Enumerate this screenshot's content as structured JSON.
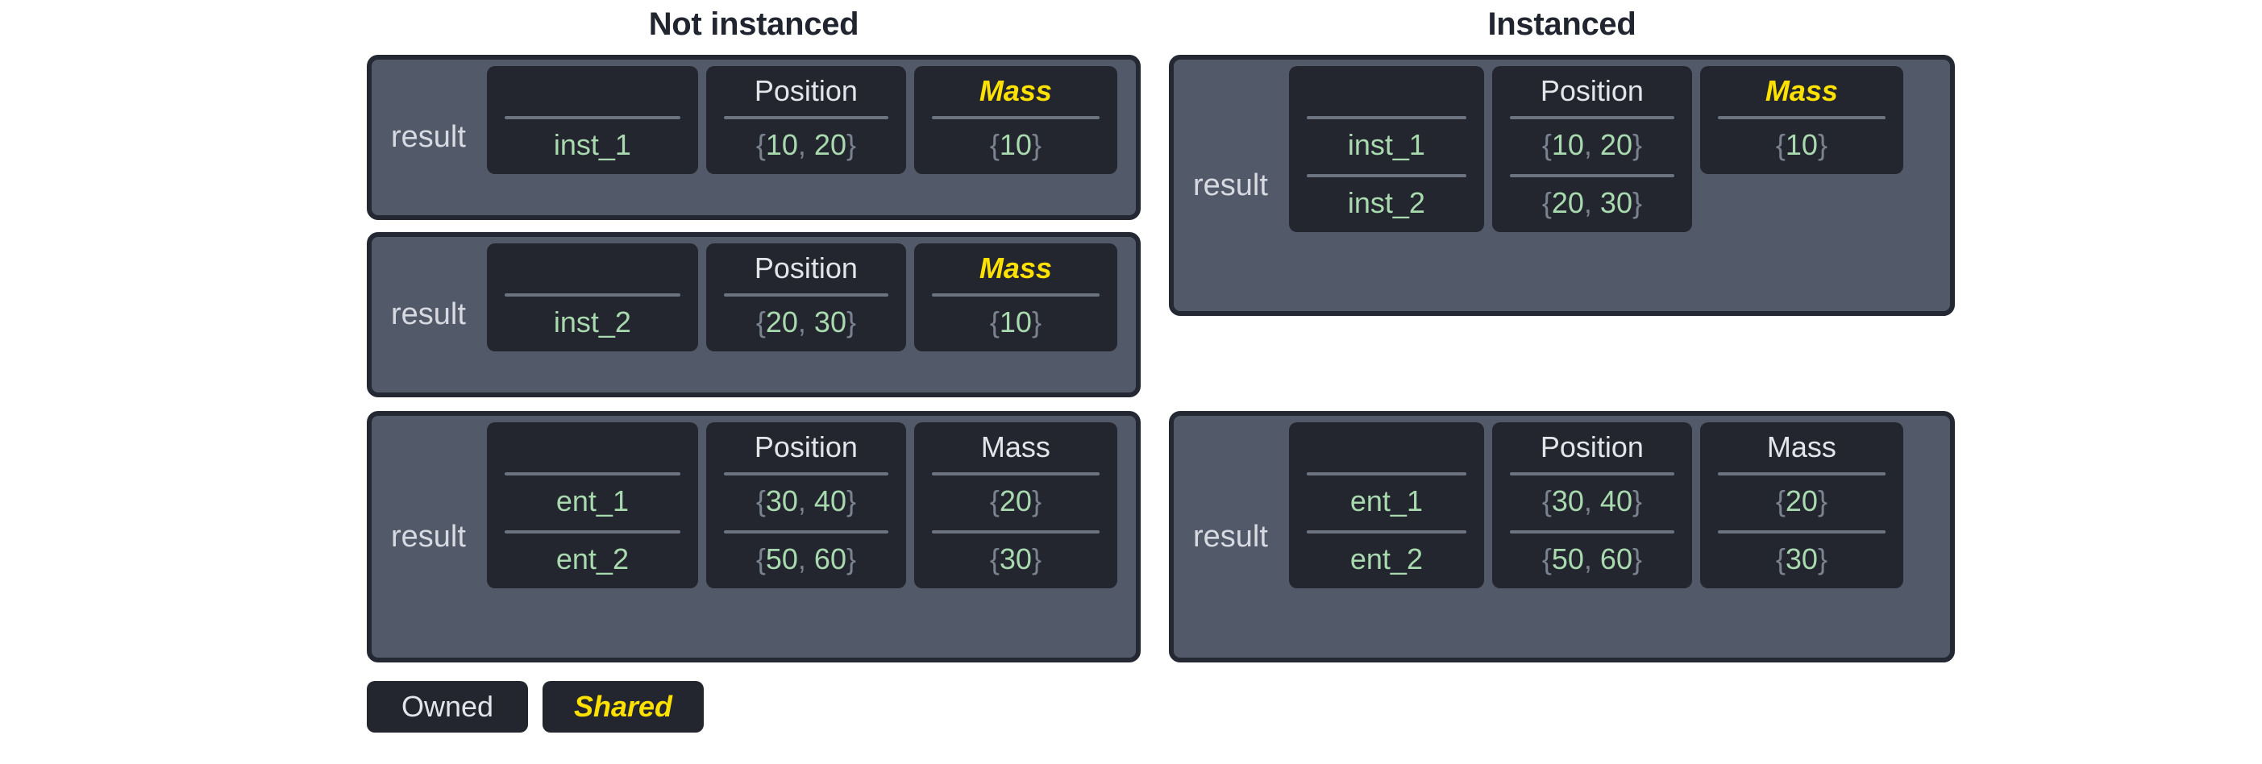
{
  "colors": {
    "background": "#ffffff",
    "title": "#212530",
    "frame_fill": "#525969",
    "frame_border": "#242832",
    "cell_fill": "#23262e",
    "owned_text": "#e2e5ea",
    "shared_text": "#ffe100",
    "value_green": "#a9d9af",
    "brace_gray": "#7b828f",
    "separator": "#6d7481"
  },
  "columns": [
    {
      "id": "not-instanced",
      "title": "Not instanced"
    },
    {
      "id": "instanced",
      "title": "Instanced"
    }
  ],
  "tables": [
    {
      "id": "not-instanced-inst-1",
      "side": "left",
      "label": "result",
      "headers": [
        {
          "text": "",
          "style": "empty"
        },
        {
          "text": "Position",
          "style": "owned"
        },
        {
          "text": "Mass",
          "style": "shared"
        }
      ],
      "rows": [
        {
          "name": "inst_1",
          "position": "{10, 20}",
          "mass": "{10}"
        }
      ]
    },
    {
      "id": "not-instanced-inst-2",
      "side": "left",
      "label": "result",
      "headers": [
        {
          "text": "",
          "style": "empty"
        },
        {
          "text": "Position",
          "style": "owned"
        },
        {
          "text": "Mass",
          "style": "shared"
        }
      ],
      "rows": [
        {
          "name": "inst_2",
          "position": "{20, 30}",
          "mass": "{10}"
        }
      ]
    },
    {
      "id": "not-instanced-entities",
      "side": "left",
      "label": "result",
      "headers": [
        {
          "text": "",
          "style": "empty"
        },
        {
          "text": "Position",
          "style": "owned"
        },
        {
          "text": "Mass",
          "style": "owned"
        }
      ],
      "rows": [
        {
          "name": "ent_1",
          "position": "{30, 40}",
          "mass": "{20}"
        },
        {
          "name": "ent_2",
          "position": "{50, 60}",
          "mass": "{30}"
        }
      ]
    },
    {
      "id": "instanced-instances",
      "side": "right",
      "label": "result",
      "headers": [
        {
          "text": "",
          "style": "empty"
        },
        {
          "text": "Position",
          "style": "owned"
        },
        {
          "text": "Mass",
          "style": "shared"
        }
      ],
      "rows": [
        {
          "name": "inst_1",
          "position": "{10, 20}",
          "mass": "{10}"
        },
        {
          "name": "inst_2",
          "position": "{20, 30}",
          "mass": ""
        }
      ]
    },
    {
      "id": "instanced-entities",
      "side": "right",
      "label": "result",
      "headers": [
        {
          "text": "",
          "style": "empty"
        },
        {
          "text": "Position",
          "style": "owned"
        },
        {
          "text": "Mass",
          "style": "owned"
        }
      ],
      "rows": [
        {
          "name": "ent_1",
          "position": "{30, 40}",
          "mass": "{20}"
        },
        {
          "name": "ent_2",
          "position": "{50, 60}",
          "mass": "{30}"
        }
      ]
    }
  ],
  "legend": {
    "items": [
      {
        "label": "Owned",
        "style": "owned"
      },
      {
        "label": "Shared",
        "style": "shared"
      }
    ]
  }
}
